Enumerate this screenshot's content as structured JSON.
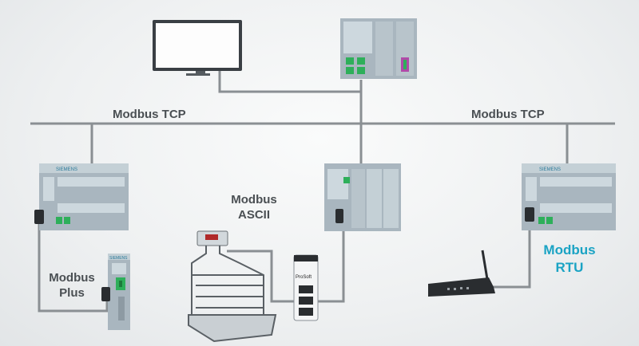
{
  "labels": {
    "modbus_tcp_left": "Modbus TCP",
    "modbus_tcp_right": "Modbus TCP",
    "modbus_ascii_line1": "Modbus",
    "modbus_ascii_line2": "ASCII",
    "modbus_plus_line1": "Modbus",
    "modbus_plus_line2": "Plus",
    "modbus_rtu_line1": "Modbus",
    "modbus_rtu_line2": "RTU"
  },
  "device_text": {
    "brand": "SIEMENS",
    "gateway_brand": "ProSoft"
  },
  "colors": {
    "cable": "#8a8f93",
    "device_body": "#a9b6bf",
    "device_panel": "#cdd8de",
    "accent_green": "#2eaf5a",
    "accent_label": "#1aa3c4",
    "label_text": "#4a4f53"
  }
}
